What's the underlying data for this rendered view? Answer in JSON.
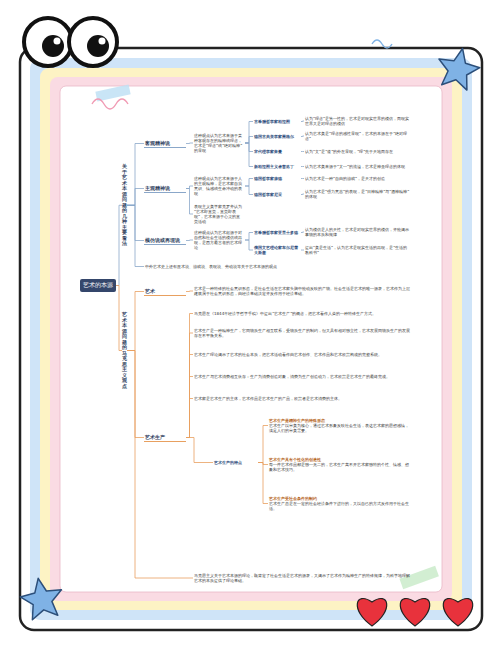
{
  "diagram": {
    "nodes": [
      {
        "text": [
          "艺术的本源"
        ]
      },
      {
        "text": [
          "关于艺术本源问题的几种主要看法"
        ]
      },
      {
        "text": [
          "客观精神说"
        ]
      },
      {
        "text": [
          "这种观点认为艺术来源于某种客观存在的精神或理念，艺术是“理念”或“绝对精神”的显现"
        ]
      },
      {
        "text": [
          "古希腊哲学家柏拉图"
        ]
      },
      {
        "text": [
          "认为“理念”是第一性的，艺术是对现实世界的模仿，而现实世界又是对理念的模仿"
        ]
      },
      {
        "text": [
          "德国古典美学家黑格尔"
        ]
      },
      {
        "text": [
          "认为艺术美是“理念的感性显现”，艺术的本源在于“绝对理念”"
        ]
      },
      {
        "text": [
          "宋代理学家朱熹"
        ]
      },
      {
        "text": [
          "认为“文”是“道”的外在显现，“理”先于天地而存在"
        ]
      },
      {
        "text": [
          "新柏拉图主义者普洛丁"
        ]
      },
      {
        "text": [
          "认为艺术美来源于“太一”的流溢，艺术是神圣理念的体现"
        ]
      },
      {
        "text": [
          "主观精神说"
        ]
      },
      {
        "text": [
          "这种观点认为艺术来源于人的主观精神，是艺术家自我意识、情感或生命冲动的表现"
        ]
      },
      {
        "text": [
          "德国哲学家康德"
        ]
      },
      {
        "text": [
          "认为艺术是一种“自由的游戏”，是天才的创造"
        ]
      },
      {
        "text": [
          "德国哲学家尼采"
        ]
      },
      {
        "text": [
          "认为艺术是“强力意志”的表现，是“日神精神”与“酒神精神”的体现"
        ]
      },
      {
        "text": [
          "表现主义美学家克罗齐认为“艺术即直觉，直觉即表现”，艺术来源于心灵的直觉活动"
        ]
      },
      {
        "text": [
          "模仿说或再现说"
        ]
      },
      {
        "text": [
          "这种观点认为艺术起源于对自然和社会生活的模仿或再现，是西方最古老的艺术理论"
        ]
      },
      {
        "text": [
          "古希腊哲学家亚里士多德"
        ]
      },
      {
        "text": [
          "认为模仿是人的天性，艺术是对现实世界的模仿，并能揭示事物的本质和规律"
        ]
      },
      {
        "text": [
          "俄国文艺理论家车尔尼雪夫斯基"
        ]
      },
      {
        "text": [
          "提出“美是生活”，认为艺术是现实生活的再现，是“生活的教科书”"
        ]
      },
      {
        "text": [
          "中外艺术史上还有巫术说、游戏说、表现说、劳动说等关于艺术本源的观点"
        ]
      },
      {
        "text": [
          "艺术本源问题的马克思主义观点"
        ]
      },
      {
        "text": [
          "艺术"
        ]
      },
      {
        "text": [
          "艺术是一种特殊的社会意识形态，是社会生活在艺术家头脑中能动反映的产物。社会生活是艺术的唯一源泉，艺术作为上层建筑属于社会意识形态，由经济基础决定并反作用于经济基础。"
        ]
      },
      {
        "text": [
          "艺术生产"
        ]
      },
      {
        "text": [
          "马克思在《1844年经济学哲学手稿》中提出“艺术生产”的概念，把艺术看作人类的一种特殊生产方式。"
        ]
      },
      {
        "text": [
          "艺术生产是一种精神生产，它同物质生产相互联系，受物质生产的制约，但又具有相对独立性，艺术发展同物质生产的发展存在不平衡关系。"
        ]
      },
      {
        "text": [
          "艺术生产理论揭示了艺术的社会本质，把艺术活动看作由艺术创作、艺术作品和艺术欣赏构成的完整系统。"
        ]
      },
      {
        "text": [
          "艺术生产与艺术消费相互依存：生产为消费创造对象，消费为生产创造动力，艺术欣赏是艺术生产的最终完成。"
        ]
      },
      {
        "text": [
          "艺术家是艺术生产的主体，艺术作品是艺术生产的产品，欣赏者是艺术消费的主体。"
        ]
      },
      {
        "text": [
          "艺术生产的特点"
        ]
      },
      {
        "text": [
          "艺术生产是精神生产的特殊形态",
          "艺术生产以审美为核心，通过艺术形象反映社会生活，表达艺术家的思想感情，满足人们的审美需要。"
        ]
      },
      {
        "text": [
          "艺术生产具有个性化的创造性",
          "每一件艺术作品都是独一无二的，艺术生产离不开艺术家独特的个性、情感、想象和艺术技巧。"
        ]
      },
      {
        "text": [
          "艺术生产受社会条件的制约",
          "艺术生产总是在一定的社会经济条件下进行的，又以自己的方式反作用于社会生活。"
        ]
      },
      {
        "text": [
          "马克思主义关于艺术本源的理论，既肯定了社会生活是艺术的源泉，又揭示了艺术作为精神生产的特殊规律，为科学地理解艺术的本质提供了理论基础。"
        ]
      }
    ],
    "edges": [
      {
        "from": 0,
        "to": 1,
        "arrow": "none"
      },
      {
        "from": 0,
        "to": 26,
        "arrow": "none"
      },
      {
        "from": 1,
        "to": 2,
        "arrow": "none"
      },
      {
        "from": 1,
        "to": 12,
        "arrow": "none"
      },
      {
        "from": 1,
        "to": 19,
        "arrow": "none"
      },
      {
        "from": 1,
        "to": 25,
        "arrow": "none"
      },
      {
        "from": 2,
        "to": 3,
        "arrow": "none"
      },
      {
        "from": 3,
        "to": 4,
        "arrow": "none"
      },
      {
        "from": 4,
        "to": 5,
        "arrow": "none"
      },
      {
        "from": 3,
        "to": 6,
        "arrow": "none"
      },
      {
        "from": 6,
        "to": 7,
        "arrow": "none"
      },
      {
        "from": 3,
        "to": 8,
        "arrow": "none"
      },
      {
        "from": 8,
        "to": 9,
        "arrow": "none"
      },
      {
        "from": 3,
        "to": 10,
        "arrow": "none"
      },
      {
        "from": 10,
        "to": 11,
        "arrow": "none"
      },
      {
        "from": 12,
        "to": 13,
        "arrow": "none"
      },
      {
        "from": 13,
        "to": 14,
        "arrow": "none"
      },
      {
        "from": 14,
        "to": 15,
        "arrow": "none"
      },
      {
        "from": 13,
        "to": 16,
        "arrow": "none"
      },
      {
        "from": 16,
        "to": 17,
        "arrow": "none"
      },
      {
        "from": 12,
        "to": 18,
        "arrow": "none"
      },
      {
        "from": 19,
        "to": 20,
        "arrow": "none"
      },
      {
        "from": 20,
        "to": 21,
        "arrow": "none"
      },
      {
        "from": 21,
        "to": 22,
        "arrow": "none"
      },
      {
        "from": 20,
        "to": 23,
        "arrow": "none"
      },
      {
        "from": 23,
        "to": 24,
        "arrow": "none"
      },
      {
        "from": 26,
        "to": 27,
        "arrow": "none"
      },
      {
        "from": 27,
        "to": 28,
        "arrow": "none"
      },
      {
        "from": 26,
        "to": 29,
        "arrow": "none"
      },
      {
        "from": 29,
        "to": 30,
        "arrow": "none"
      },
      {
        "from": 29,
        "to": 31,
        "arrow": "none"
      },
      {
        "from": 29,
        "to": 32,
        "arrow": "none"
      },
      {
        "from": 29,
        "to": 33,
        "arrow": "none"
      },
      {
        "from": 29,
        "to": 34,
        "arrow": "none"
      },
      {
        "from": 29,
        "to": 35,
        "arrow": "none"
      },
      {
        "from": 35,
        "to": 36,
        "arrow": "none"
      },
      {
        "from": 35,
        "to": 37,
        "arrow": "none"
      },
      {
        "from": 35,
        "to": 38,
        "arrow": "none"
      },
      {
        "from": 26,
        "to": 39,
        "arrow": "none"
      }
    ]
  }
}
